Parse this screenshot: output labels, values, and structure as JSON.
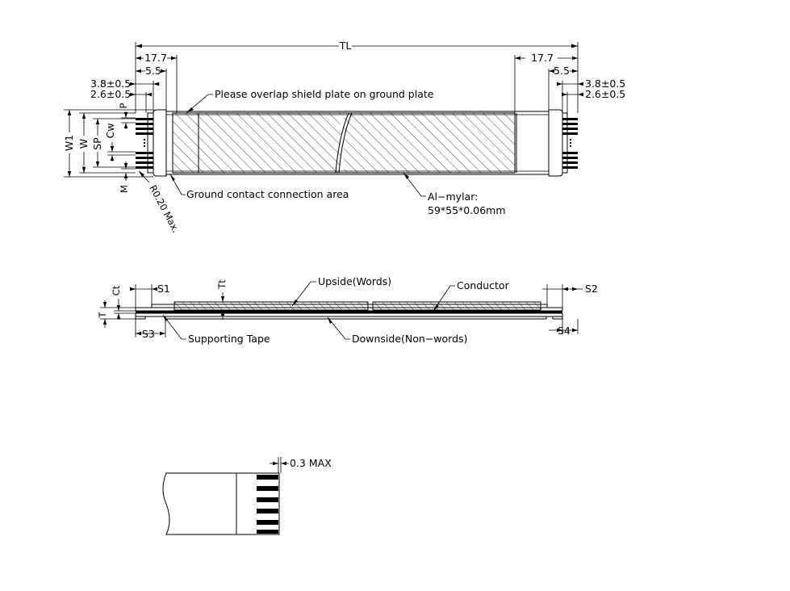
{
  "top_view": {
    "tl": "TL",
    "left_17_7": "17.7",
    "right_17_7": "17.7",
    "left_5_5": "5.5",
    "right_5_5": "5.5",
    "left_3_8": "3.8±0.5",
    "right_3_8": "3.8±0.5",
    "left_2_6": "2.6±0.5",
    "right_2_6": "2.6±0.5",
    "note_overlap": "Please overlap shield plate on ground plate",
    "label_p": "P",
    "label_w1": "W1",
    "label_w": "W",
    "label_sp": "SP",
    "label_cw": "Cw",
    "label_m": "M",
    "radius": "R0.20 Max.",
    "ground_area": "Ground contact connection area",
    "mylar_line1": "Al−mylar:",
    "mylar_line2": "59*55*0.06mm"
  },
  "side_view": {
    "s1": "S1",
    "s2": "S2",
    "s3": "S3",
    "s4": "S4",
    "tt": "Tt",
    "ct": "Ct",
    "t": "T",
    "upside": "Upside(Words)",
    "conductor": "Conductor",
    "supporting_tape": "Supporting Tape",
    "downside": "Downside(Non−words)"
  },
  "detail_view": {
    "max_note": "0.3 MAX"
  }
}
